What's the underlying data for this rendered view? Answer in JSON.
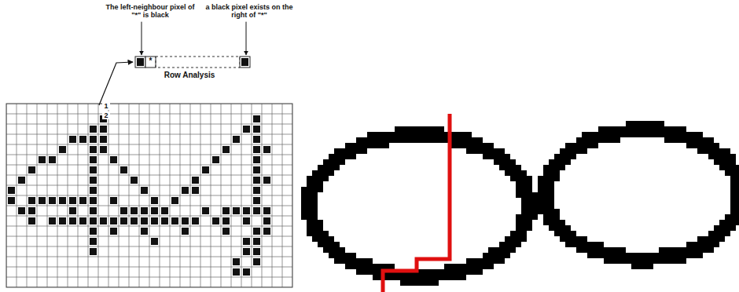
{
  "diagram": {
    "labels": [
      "The left-neighbour pixel of \"*\" is black",
      "a black pixel exists on the right of \"*\"",
      "*",
      "Row Analysis",
      "1",
      "2"
    ]
  }
}
